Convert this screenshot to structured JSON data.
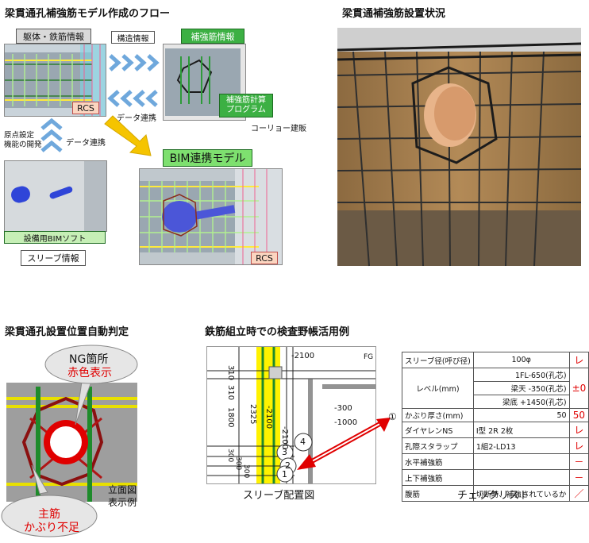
{
  "sections": {
    "flow_title": "梁貫通孔補強筋モデル作成のフロー",
    "photo_title": "梁貫通補強筋設置状況",
    "auto_title": "梁貫通孔設置位置自動判定",
    "field_title": "鉄筋組立時での検査野帳活用例"
  },
  "flow": {
    "structure_label": "躯体・鉄筋情報",
    "kouzou_info": "構造情報",
    "rebar_info": "補強筋情報",
    "rebar_calc": "補強筋計算\nプログラム",
    "korryo": "コーリョー建販",
    "data_link_top": "データ連携",
    "origin_setting": "原点設定\n機能の開発",
    "data_link_left": "データ連携",
    "bim_model": "BIM連携モデル",
    "rcs_top": "RCS",
    "rcs_bottom": "RCS",
    "setsubi_soft": "設備用BIMソフト",
    "sleeve_info": "スリーブ情報"
  },
  "judge": {
    "ng_line1": "NG箇所",
    "ng_line2": "赤色表示",
    "elevation_line1": "立面図",
    "elevation_line2": "表示例",
    "main_line1": "主筋",
    "main_line2": "かぶり不足"
  },
  "drawing": {
    "caption": "スリーブ配置図",
    "dims": [
      "-2100",
      "-2100",
      "-2100",
      "-300",
      "-1000",
      "310",
      "310",
      "1800",
      "2325",
      "300",
      "300",
      "300",
      "FG"
    ],
    "markers": [
      "①",
      "1",
      "2",
      "3",
      "4"
    ]
  },
  "checklist": {
    "caption": "チェックリスト",
    "marker": "①",
    "rows": [
      {
        "label": "スリーブ径(呼び径)",
        "value": "100φ",
        "mark": "レ"
      },
      {
        "label": "レベル(mm)",
        "values": [
          "1FL-650(孔芯)",
          "梁天 -350(孔芯)",
          "梁底 +1450(孔芯)"
        ],
        "mark": "±0"
      },
      {
        "label": "かぶり厚さ(mm)",
        "value": "50",
        "mark": "50"
      },
      {
        "label": "ダイヤレンNS",
        "value": "Ⅰ型 2R 2枚",
        "mark": "レ"
      },
      {
        "label": "孔際スタラップ",
        "value": "1組2-LD13",
        "mark": "レ"
      },
      {
        "label": "水平補強筋",
        "value": "",
        "mark": "－"
      },
      {
        "label": "上下補強筋",
        "value": "",
        "mark": "－"
      },
      {
        "label": "腹筋",
        "value": "切断時、補強されているか",
        "mark": "／"
      }
    ]
  },
  "colors": {
    "accent_green": "#3cb043",
    "ng_red": "#e00000",
    "arrow_yellow": "#f5c400",
    "chevron_blue": "#6fa8dc"
  }
}
